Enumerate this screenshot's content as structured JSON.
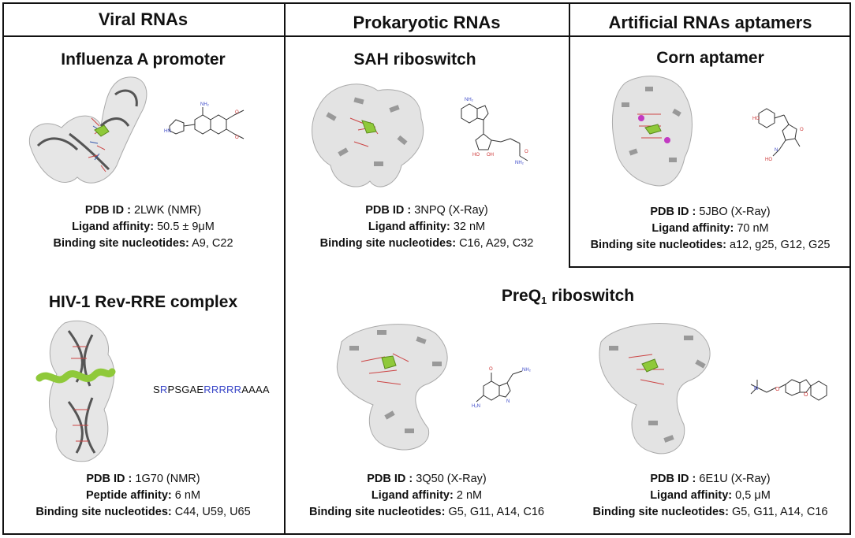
{
  "headers": {
    "viral": "Viral RNAs",
    "prokaryotic": "Prokaryotic RNAs",
    "artificial": "Artificial RNAs aptamers"
  },
  "labels": {
    "pdb": "PDB ID",
    "ligand": "Ligand affinity",
    "peptide": "Peptide affinity",
    "sites": "Binding site nucleotides"
  },
  "panels": {
    "influenza": {
      "title": "Influenza A promoter",
      "pdb": "2LWK (NMR)",
      "affinity": "50.5 ± 9μM",
      "sites": "A9, C22"
    },
    "hiv": {
      "title": "HIV-1 Rev-RRE complex",
      "pdb": "1G70 (NMR)",
      "affinity": "6 nM",
      "sites": "C44, U59, U65",
      "sequence": {
        "s1": "S",
        "s2": "R",
        "s3": "PSGAE",
        "s4": "RRRRR",
        "s5": "AAAA"
      }
    },
    "sah": {
      "title": "SAH riboswitch",
      "pdb": "3NPQ (X-Ray)",
      "affinity": "32 nM",
      "sites": "C16, A29, C32"
    },
    "corn": {
      "title": "Corn aptamer",
      "pdb": "5JBO (X-Ray)",
      "affinity": "70 nM",
      "sites": "a12, g25, G12, G25"
    },
    "preq": {
      "title_main": "PreQ",
      "title_sub": "1",
      "title_rest": " riboswitch",
      "left": {
        "pdb": "3Q50 (X-Ray)",
        "affinity": "2 nM",
        "sites": "G5, G11, A14, C16"
      },
      "right": {
        "pdb": "6E1U (X-Ray)",
        "affinity": "0,5 μM",
        "sites": "G5, G11, A14, C16"
      }
    }
  },
  "colors": {
    "frame": "#111111",
    "ligand_green": "#8fc93a",
    "peptide_blue": "#3b48c8",
    "surface": "#d9d9d9"
  }
}
